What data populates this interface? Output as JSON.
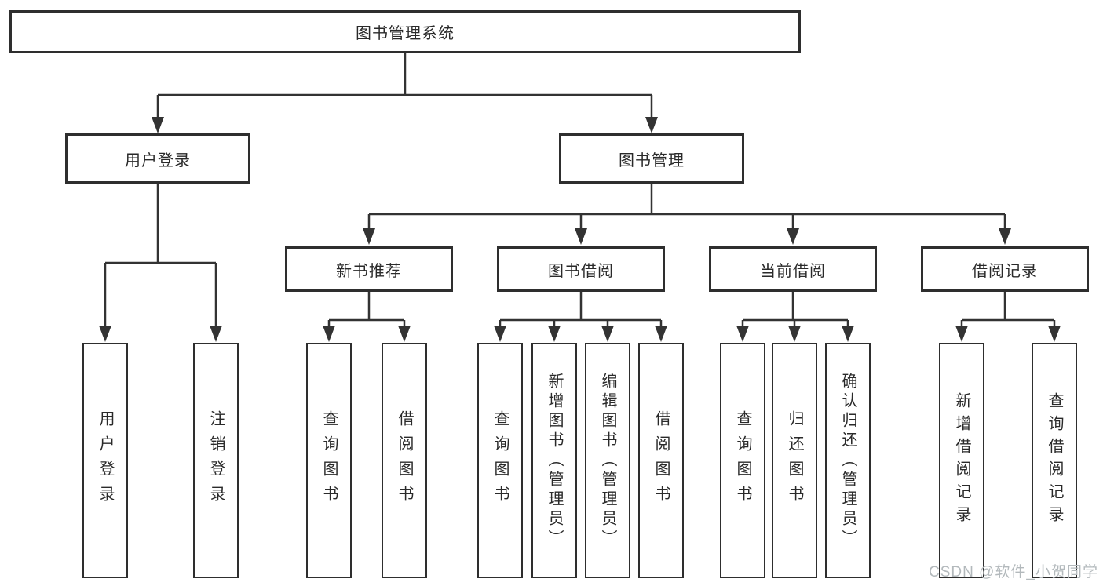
{
  "colors": {
    "line": "#333333",
    "box_border": "#2e2e2e",
    "text": "#2a2a2a",
    "watermark": "#b3b9bc",
    "background": "#ffffff"
  },
  "nodes": {
    "root": {
      "label": "图书管理系统"
    },
    "user_login": {
      "label": "用户登录"
    },
    "book_management": {
      "label": "图书管理"
    },
    "new_book_recommendation": {
      "label": "新书推荐"
    },
    "book_borrowing": {
      "label": "图书借阅"
    },
    "current_borrowing": {
      "label": "当前借阅"
    },
    "borrowing_records": {
      "label": "借阅记录"
    },
    "user_login_leaf": {
      "label": "用户登录"
    },
    "logout_login": {
      "label": "注销登录"
    },
    "query_books_recommend": {
      "label": "查询图书"
    },
    "borrow_books_recommend": {
      "label": "借阅图书"
    },
    "query_books_borrowing": {
      "label": "查询图书"
    },
    "add_books_admin": {
      "label": "新增图书（管理员）"
    },
    "edit_books_admin": {
      "label": "编辑图书（管理员）"
    },
    "borrow_books_borrowing": {
      "label": "借阅图书"
    },
    "query_books_current": {
      "label": "查询图书"
    },
    "return_books": {
      "label": "归还图书"
    },
    "confirm_return_admin": {
      "label": "确认归还（管理员）"
    },
    "add_borrowing_record": {
      "label": "新增借阅记录"
    },
    "query_borrowing_record": {
      "label": "查询借阅记录"
    }
  },
  "watermark": {
    "text": "CSDN @软件_小贺同学"
  }
}
